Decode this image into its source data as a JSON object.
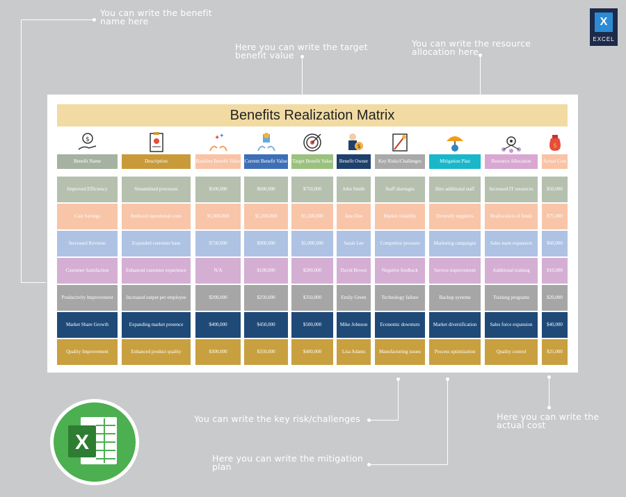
{
  "callouts": {
    "benefit_name": "You can write the benefit\nname here",
    "target_value": "Here you can write the target\nbenefit value",
    "resource": "You can write the resource\nallocation here",
    "risk": "You can write the key risk/challenges",
    "mitigation": "Here you can write the mitigation\nplan",
    "actual_cost": "Here you can write the\nactual cost"
  },
  "badge": {
    "letter": "X",
    "label": "EXCEL"
  },
  "title": "Benefits Realization Matrix",
  "headers": [
    "Benefit Name",
    "Description",
    "Baseline Benefit Value",
    "Current Benefit Value",
    "Target Benefit Value",
    "Benefit Owner",
    "Key Risks/Challenges",
    "Mitigation Plan",
    "Resource Allocation",
    "Actual Cost"
  ],
  "icons": [
    "money-hand-icon",
    "clipboard-icon",
    "sparkle-hands-icon",
    "trophy-hands-icon",
    "target-icon",
    "person-money-icon",
    "ladder-risk-icon",
    "umbrella-gear-icon",
    "network-gear-icon",
    "money-bag-icon"
  ],
  "colors": {
    "header_row": [
      "#a6b2a1",
      "#c99a3a",
      "#f8c3a6",
      "#3e6fb6",
      "#9bc17f",
      "#1f3f6d",
      "#a9a9a9",
      "#19b7c9",
      "#d9a8d2",
      "#f8c3a6"
    ],
    "rows": [
      "#b5c0af",
      "#f8c5a9",
      "#aec2e3",
      "#d5aed3",
      "#a6a6a6",
      "#1f4a78",
      "#c9a03f"
    ]
  },
  "rows": [
    [
      "Improved Efficiency",
      "Streamlined processes",
      "$500,000",
      "$600,000",
      "$750,000",
      "John Smith",
      "Staff shortages",
      "Hire additional staff",
      "Increased IT resources",
      "$50,000"
    ],
    [
      "Cost Savings",
      "Reduced operational costs",
      "$1,000,000",
      "$1,200,000",
      "$1,500,000",
      "Jane Doe",
      "Market volatility",
      "Diversify suppliers",
      "Reallocation of funds",
      "$75,000"
    ],
    [
      "Increased Revenue",
      "Expanded customer base",
      "$750,000",
      "$900,000",
      "$1,000,000",
      "Sarah Lee",
      "Competitor pressure",
      "Marketing campaigns",
      "Sales team expansion",
      "$60,000"
    ],
    [
      "Customer Satisfaction",
      "Enhanced customer experience",
      "N/A",
      "$100,000",
      "$200,000",
      "David Brown",
      "Negative feedback",
      "Service improvement",
      "Additional training",
      "$10,000"
    ],
    [
      "Productivity Improvement",
      "Increased output per employee",
      "$200,000",
      "$250,000",
      "$350,000",
      "Emily Green",
      "Technology failure",
      "Backup systems",
      "Training programs",
      "$20,000"
    ],
    [
      "Market Share Growth",
      "Expanding market presence",
      "$400,000",
      "$450,000",
      "$500,000",
      "Mike Johnson",
      "Economic downturn",
      "Market diversification",
      "Sales force expansion",
      "$40,000"
    ],
    [
      "Quality Improvement",
      "Enhanced product quality",
      "$300,000",
      "$350,000",
      "$400,000",
      "Lisa Adams",
      "Manufacturing issues",
      "Process optimization",
      "Quality control",
      "$25,000"
    ]
  ]
}
